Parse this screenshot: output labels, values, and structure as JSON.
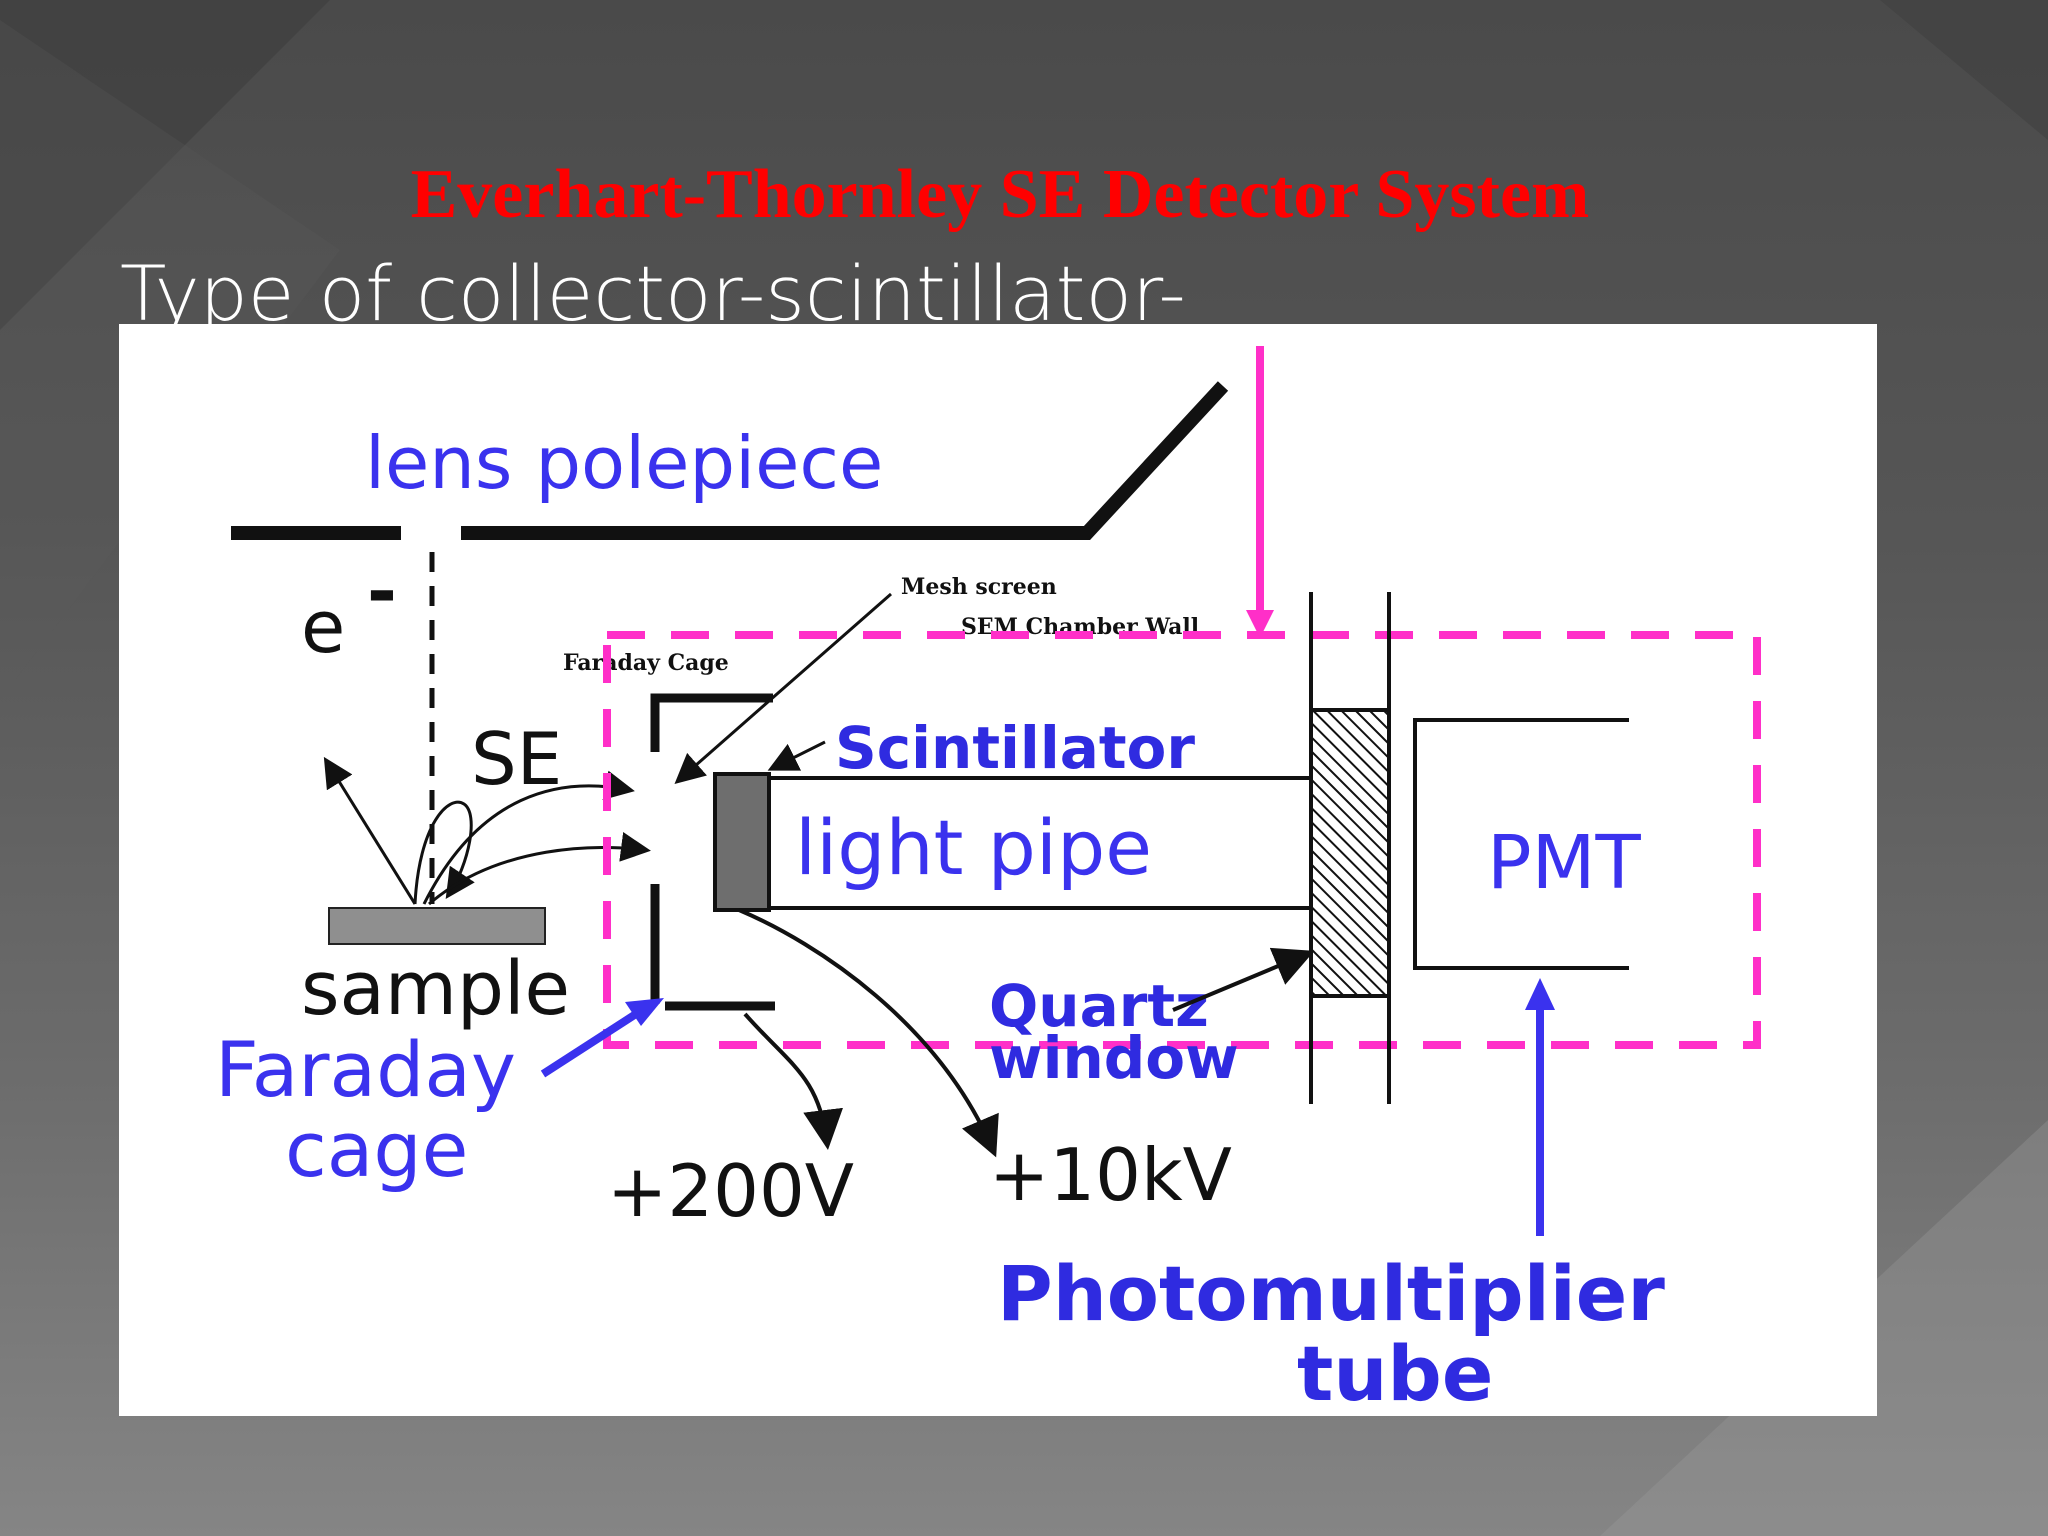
{
  "slide": {
    "title": "Everhart-Thornley SE Detector System",
    "subtitle": "Type of collector-scintillator-"
  },
  "diagram": {
    "lens_polepiece": "lens polepiece",
    "electron": "e",
    "electron_sup": "-",
    "se": "SE",
    "sample": "sample",
    "faraday_cage_small": "Faraday Cage",
    "faraday_cage_1": "Faraday",
    "faraday_cage_2": "cage",
    "mesh_screen": "Mesh screen",
    "sem_chamber_wall": "SEM Chamber Wall",
    "scintillator": "Scintillator",
    "light_pipe": "light pipe",
    "quartz_window_1": "Quartz",
    "quartz_window_2": "window",
    "pmt": "PMT",
    "voltage_cage": "+200V",
    "voltage_scint": "+10kV",
    "photomultiplier_1": "Photomultiplier",
    "photomultiplier_2": "tube"
  },
  "colors": {
    "title": "#ff0000",
    "label_blue": "#3a32ee",
    "highlight_magenta": "#ff2fc8"
  }
}
